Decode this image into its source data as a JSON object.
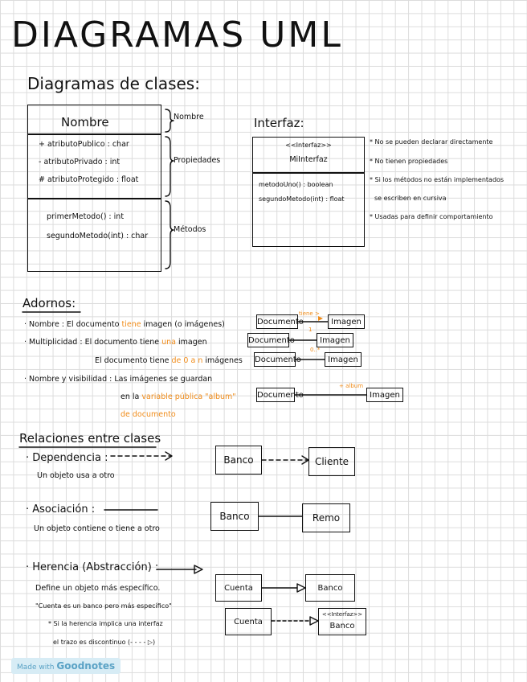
{
  "title": "DIAGRAMAS UML",
  "clases": {
    "heading": "Diagramas de clases:",
    "box_name": "Nombre",
    "props": [
      "+ atributoPublico : char",
      "- atributoPrivado : int",
      "# atributoProtegido : float"
    ],
    "methods": [
      "primerMetodo() : int",
      "segundoMetodo(int) : char"
    ],
    "brace_nombre": "Nombre",
    "brace_propiedades": "Propiedades",
    "brace_metodos": "Métodos"
  },
  "interfaz": {
    "heading": "Interfaz:",
    "stereotype": "<<Interfaz>>",
    "name": "MiInterfaz",
    "methods": [
      "metodoUno() : boolean",
      "segundoMetodo(int) : float"
    ],
    "notes": [
      "No se pueden declarar directamente",
      "No tienen propiedades",
      "Si los métodos no están implementados",
      "se escriben en cursiva",
      "Usadas para definir comportamiento"
    ]
  },
  "adornos": {
    "heading": "Adornos:",
    "nombre_label": "· Nombre :",
    "nombre_text_a": "El documento",
    "nombre_text_orange": "tiene",
    "nombre_text_b": "imagen (o imágenes)",
    "mult_label": "· Multiplicidad :",
    "mult_line1_a": "El documento tiene",
    "mult_line1_orange": "una",
    "mult_line1_b": "imagen",
    "mult_line2_a": "El documento tiene",
    "mult_line2_orange": "de 0 a n",
    "mult_line2_b": "imágenes",
    "vis_label": "· Nombre y visibilidad :",
    "vis_line1": "Las imágenes se guardan",
    "vis_line2_a": "en la",
    "vis_line2_orange": "variable pública \"album\"",
    "vis_line3_orange": "de documento",
    "doc": "Documento",
    "img": "Imagen",
    "lbl_tiene": "tiene >",
    "lbl_one": "1",
    "lbl_0n": "0..*",
    "lbl_album": "+ album"
  },
  "relaciones": {
    "heading": "Relaciones entre clases",
    "dep_label": "· Dependencia :",
    "dep_desc": "Un objeto usa a otro",
    "dep_a": "Banco",
    "dep_b": "Cliente",
    "aso_label": "· Asociación :",
    "aso_desc": "Un objeto contiene o tiene a otro",
    "aso_a": "Banco",
    "aso_b": "Remo",
    "her_label": "· Herencia (Abstracción) :",
    "her_desc": "Define un objeto más específico.",
    "her_quote": "\"Cuenta es un banco pero más específico\"",
    "her_note1": "* Si la herencia implica una interfaz",
    "her_note2": "el trazo es discontinuo (- - - - ▷)",
    "her_a": "Cuenta",
    "her_b": "Banco",
    "her2_a": "Cuenta",
    "her2_stereo": "<<Interfaz>>",
    "her2_b": "Banco"
  },
  "badge_small": "Made with",
  "badge_brand": "Goodnotes"
}
